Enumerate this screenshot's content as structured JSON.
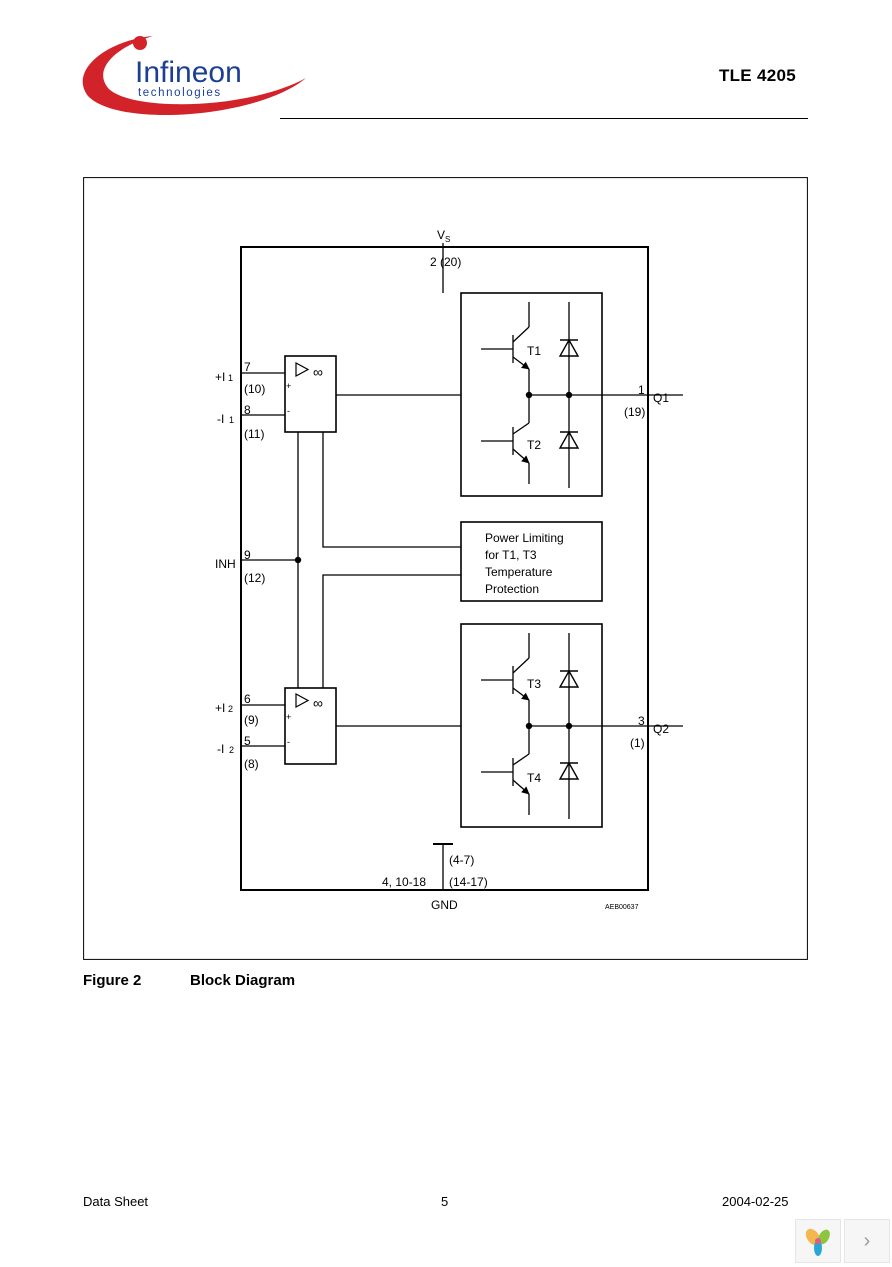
{
  "header": {
    "logo": {
      "name": "Infineon",
      "tagline": "technologies",
      "colors": {
        "swoosh": "#d2232a",
        "dot": "#d2232a",
        "wordmark": "#1c3f94"
      }
    },
    "doc_id": "TLE 4205"
  },
  "diagram": {
    "supply": {
      "label": "V",
      "label_sub": "S",
      "pin": "2 (20)"
    },
    "inputs": [
      {
        "label": "+I",
        "sub": "1",
        "pin": "7",
        "alt_pin": "(10)",
        "polarity": "+"
      },
      {
        "label": "-I",
        "sub": "1",
        "pin": "8",
        "alt_pin": "(11)",
        "polarity": "-"
      },
      {
        "label": "INH",
        "pin": "9",
        "alt_pin": "(12)"
      },
      {
        "label": "+I",
        "sub": "2",
        "pin": "6",
        "alt_pin": "(9)",
        "polarity": "+"
      },
      {
        "label": "-I",
        "sub": "2",
        "pin": "5",
        "alt_pin": "(8)",
        "polarity": "-"
      }
    ],
    "amplifier_symbol": "∞",
    "transistors": [
      "T1",
      "T2",
      "T3",
      "T4"
    ],
    "outputs": [
      {
        "label": "Q1",
        "pin": "1",
        "alt_pin": "(19)"
      },
      {
        "label": "Q2",
        "pin": "3",
        "alt_pin": "(1)"
      }
    ],
    "protection_block": [
      "Power Limiting",
      "for T1, T3",
      "Temperature",
      "Protection"
    ],
    "ground": {
      "label": "GND",
      "pins": "4, 10-18",
      "alt_pin_upper": "(4-7)",
      "alt_pin_lower": "(14-17)"
    },
    "ref_code": "AEB00637"
  },
  "caption": {
    "number": "Figure 2",
    "title": "Block Diagram"
  },
  "footer": {
    "left": "Data Sheet",
    "page": "5",
    "date": "2004-02-25"
  },
  "viewer": {
    "next_glyph": "›"
  }
}
